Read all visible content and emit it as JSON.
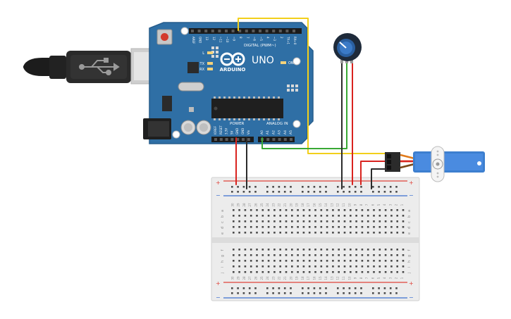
{
  "arduino": {
    "board_name": "UNO",
    "brand": "ARDUINO",
    "digital_header_label": "DIGITAL (PWM~)",
    "power_header_label": "POWER",
    "analog_header_label": "ANALOG IN",
    "on_led_label": "ON",
    "l_led_label": "L",
    "tx_label": "TX",
    "rx_label": "RX",
    "digital_pins": [
      "AREF",
      "GND",
      "13",
      "12",
      "~11",
      "~10",
      "~9",
      "8",
      "7",
      "~6",
      "~5",
      "4",
      "~3",
      "2",
      "TX→1",
      "RX←0"
    ],
    "power_pins": [
      "IOREF",
      "RESET",
      "3.3V",
      "5V",
      "GND",
      "GND",
      "Vin"
    ],
    "analog_pins": [
      "A0",
      "A1",
      "A2",
      "A3",
      "A4",
      "A5"
    ]
  },
  "breadboard": {
    "row_letters_top": [
      "a",
      "b",
      "c",
      "d",
      "e"
    ],
    "row_letters_bottom": [
      "f",
      "g",
      "h",
      "i",
      "j"
    ],
    "rail_plus": "+",
    "rail_minus": "−",
    "column_count": 30
  },
  "colors": {
    "board_blue": "#2f6fa5",
    "wire_red": "#d9231f",
    "wire_black": "#2b2b2b",
    "wire_green": "#39a935",
    "wire_yellow": "#f2cf1b",
    "servo_blue": "#3d7fcf",
    "breadboard_body": "#ececec",
    "rail_red": "#e0423a",
    "rail_blue": "#3b6fd0"
  },
  "components": [
    "usb-cable",
    "arduino-uno",
    "potentiometer",
    "micro-servo",
    "breadboard"
  ]
}
